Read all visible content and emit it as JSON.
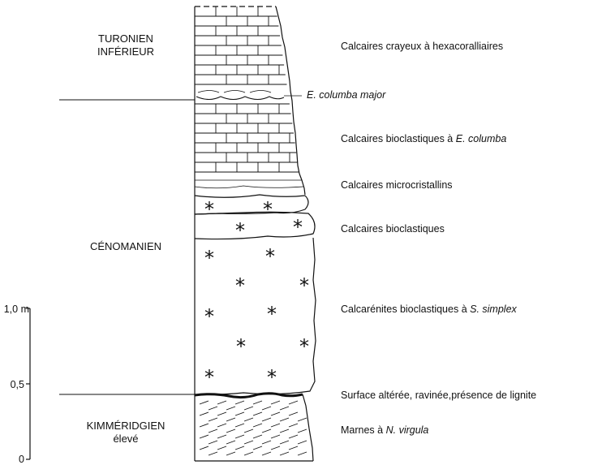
{
  "stages": {
    "turonien_line1": "TURONIEN",
    "turonien_line2": "INFÉRIEUR",
    "cenomanien": "CÉNOMANIEN",
    "kimmeridgien_line1": "KIMMÉRIDGIEN",
    "kimmeridgien_line2": "élevé"
  },
  "scale": {
    "top": "1,0 m",
    "mid": "0,5",
    "bottom": "0"
  },
  "layers": {
    "crayeux": "Calcaires crayeux à hexacoralliaires",
    "columba_major": "E. columba major",
    "bioclastiques_columba_prefix": "Calcaires bioclastiques à",
    "bioclastiques_columba_species": "E. columba",
    "microcristallins": "Calcaires microcristallins",
    "bioclastiques": "Calcaires bioclastiques",
    "calcarenites_prefix": "Calcarénites bioclastiques à",
    "calcarenites_species": "S. simplex",
    "surface": "Surface altérée, ravinée,présence de lignite",
    "marnes_prefix": "Marnes à",
    "marnes_species": "N. virgula"
  },
  "symbol": "*"
}
